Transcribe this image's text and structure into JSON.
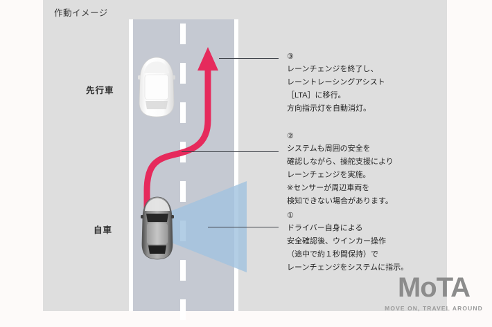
{
  "title": "作動イメージ",
  "colors": {
    "background": "#fdfaf9",
    "panel": "#dedede",
    "road": "#c5c9d2",
    "lane_marking": "#ffffff",
    "arrow": "#e62a5c",
    "sensor_cone": "#a2c3df",
    "leader_line": "#3b3f46",
    "logo": "#8c8c8c"
  },
  "diagram": {
    "labels": {
      "lead_vehicle": "先行車",
      "ego_vehicle": "自車"
    },
    "vehicles": [
      {
        "name": "lead-vehicle",
        "label": "先行車",
        "color": "white"
      },
      {
        "name": "ego-vehicle",
        "label": "自車",
        "color": "dark-gray"
      }
    ],
    "lane_change_arrow": "S字レーンチェンジ軌跡",
    "sensor_cone": "センサー検知範囲"
  },
  "annotations": [
    {
      "number": "③",
      "lines": [
        "レーンチェンジを終了し、",
        "レーントレーシングアシスト",
        "［LTA］に移行。",
        "方向指示灯を自動消灯。"
      ]
    },
    {
      "number": "②",
      "lines": [
        "システムも周囲の安全を",
        "確認しながら、操舵支援により",
        "レーンチェンジを実施。",
        "※センサーが周辺車両を",
        "検知できない場合があります。"
      ]
    },
    {
      "number": "①",
      "lines": [
        "ドライバー自身による",
        "安全確認後、ウインカー操作",
        "（途中で約１秒間保持）で",
        "レーンチェンジをシステムに指示。"
      ]
    }
  ],
  "logo": {
    "mark": "MoTA",
    "tagline": "MOVE ON, TRAVEL AROUND"
  }
}
